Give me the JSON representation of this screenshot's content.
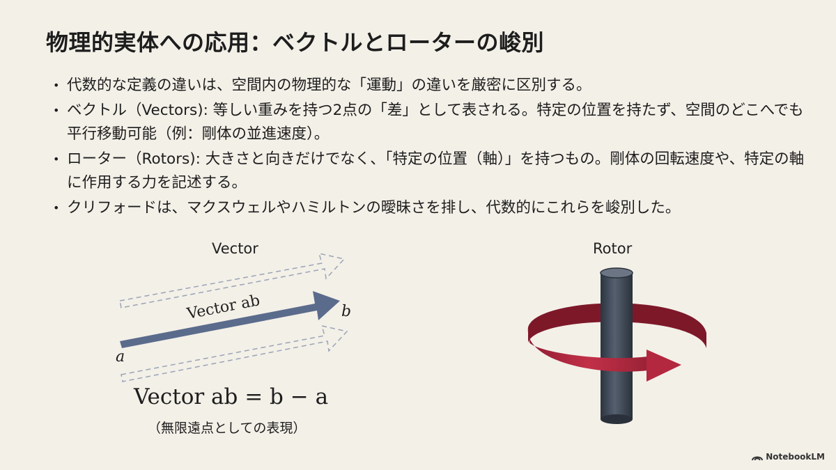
{
  "title": "物理的実体への応用：ベクトルとローターの峻別",
  "bullets": [
    "代数的な定義の違いは、空間内の物理的な「運動」の違いを厳密に区別する。",
    "ベクトル（Vectors): 等しい重みを持つ2点の「差」として表される。特定の位置を持たず、空間のどこへでも平行移動可能（例：剛体の並進速度）。",
    "ローター（Rotors): 大きさと向きだけでなく、「特定の位置（軸）」を持つもの。剛体の回転速度や、特定の軸に作用する力を記述する。",
    "クリフォードは、マクスウェルやハミルトンの曖昧さを排し、代数的にこれらを峻別した。"
  ],
  "vector_diagram": {
    "caption": "Vector",
    "arrow_label": "Vector ab",
    "point_a": "a",
    "point_b": "b",
    "formula": "Vector ab = b − a",
    "formula_note": "（無限遠点としての表現）",
    "colors": {
      "arrow": "#5b6b8c",
      "ghost": "#9aa3b5"
    }
  },
  "rotor_diagram": {
    "caption": "Rotor",
    "colors": {
      "axis": "#3d4654",
      "ring": "#b3283f"
    }
  },
  "branding": {
    "label": "NotebookLM",
    "icon": "notebooklm-icon"
  }
}
